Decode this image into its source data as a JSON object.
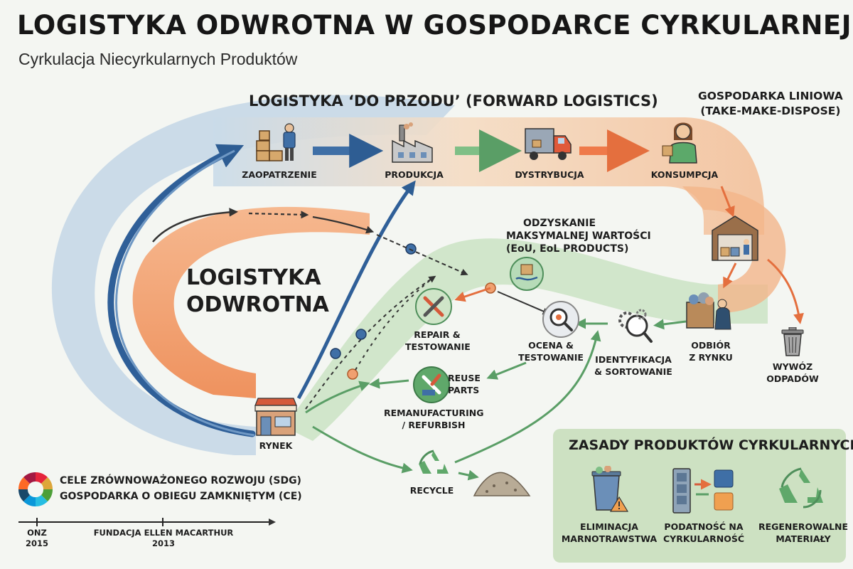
{
  "title": "LOGISTYKA ODWROTNA W GOSPODARCE CYRKULARNEJ",
  "subtitle": "Cyrkulacja Niecyrkularnych Produktów",
  "forward": {
    "header": "LOGISTYKA ‘DO PRZODU’ (FORWARD LOGISTICS)",
    "steps": [
      "ZAOPATRZENIE",
      "PRODUKCJA",
      "DYSTRYBUCJA",
      "KONSUMPCJA"
    ]
  },
  "linear": {
    "line1": "GOSPODARKA LINIOWA",
    "line2": "(TAKE-MAKE-DISPOSE)"
  },
  "reverse": {
    "line1": "LOGISTYKA",
    "line2": "ODWROTNA"
  },
  "value_recovery": {
    "line1": "ODZYSKANIE",
    "line2": "MAKSYMALNEJ WARTOŚCI",
    "line3": "(EoU, EoL PRODUCTS)"
  },
  "nodes": {
    "repair": {
      "line1": "REPAIR &",
      "line2": "TESTOWANIE"
    },
    "assess": {
      "line1": "OCENA &",
      "line2": "TESTOWANIE"
    },
    "identify": {
      "line1": "IDENTYFIKACJA",
      "line2": "& SORTOWANIE"
    },
    "collect": {
      "line1": "ODBIÓR",
      "line2": "Z RYNKU"
    },
    "waste": {
      "line1": "WYWÓZ",
      "line2": "ODPADÓW"
    },
    "reuse": {
      "line1": "REUSE",
      "line2": "PARTS"
    },
    "reman": {
      "line1": "REMANUFACTURING",
      "line2": "/ REFURBISH"
    },
    "market": "RYNEK",
    "recycle": "RECYCLE"
  },
  "principles": {
    "title": "ZASADY PRODUKTÓW CYRKULARNYCH:",
    "items": [
      {
        "line1": "ELIMINACJA",
        "line2": "MARNOTRAWSTWA"
      },
      {
        "line1": "PODATNOŚĆ NA",
        "line2": "CYRKULARNOŚĆ"
      },
      {
        "line1": "REGENEROWALNE",
        "line2": "MATERIAŁY"
      }
    ]
  },
  "legend": {
    "sdg": "CELE ZRÓWNOWAŻONEGO ROZWOJU (SDG)",
    "ce": "GOSPODARKA O OBIEGU ZAMKNIĘTYM (CE)",
    "timeline": [
      {
        "line1": "ONZ",
        "line2": "2015"
      },
      {
        "line1": "FUNDACJA ELLEN MACARTHUR",
        "line2": "2013"
      }
    ]
  },
  "colors": {
    "forward_band": "#f6d9be",
    "blue_band": "#c7d8e6",
    "green_band": "#cfe5c8",
    "orange_band": "#f3a472",
    "blue_arrow": "#3f6fa6",
    "green_arrow": "#6db27a",
    "orange_arrow": "#ef7a4a"
  }
}
